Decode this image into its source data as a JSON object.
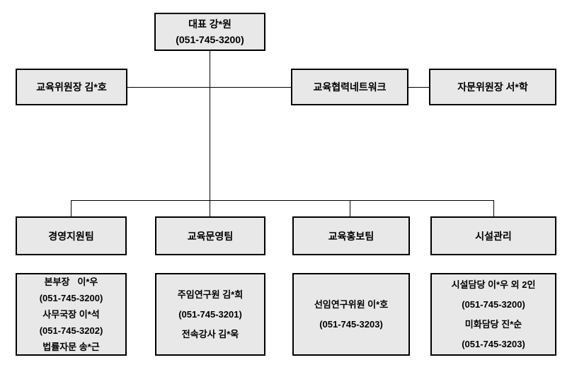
{
  "org": {
    "root": {
      "title": "대표 강*원",
      "phone": "(051-745-3200)"
    },
    "side_nodes": [
      {
        "id": "education-chair",
        "label": "교육위원장 김*호"
      },
      {
        "id": "cooperation-network",
        "label": "교육협력네트워크"
      },
      {
        "id": "advisory-chair",
        "label": "자문위원장 서*학"
      }
    ],
    "teams": [
      {
        "label": "경영지원팀",
        "details": [
          "본부장   이*우",
          "(051-745-3200)",
          "사무국장 이*석",
          "(051-745-3202)",
          "법률자문 송*근"
        ]
      },
      {
        "label": "교육문영팀",
        "details": [
          "주임연구원 김*희",
          "(051-745-3201)",
          "전속강사 김*욱"
        ]
      },
      {
        "label": "교육홍보팀",
        "details": [
          "선임연구위원 이*호",
          "(051-745-3203)"
        ]
      },
      {
        "label": "시설관리",
        "details": [
          "시설담당 이*우 외 2인",
          "(051-745-3200)",
          "미화담당 진*순",
          "(051-745-3203)"
        ]
      }
    ],
    "colors": {
      "box_fill": "#e8e8e8",
      "box_border": "#000000",
      "connector": "#000000",
      "background": "#ffffff"
    }
  }
}
